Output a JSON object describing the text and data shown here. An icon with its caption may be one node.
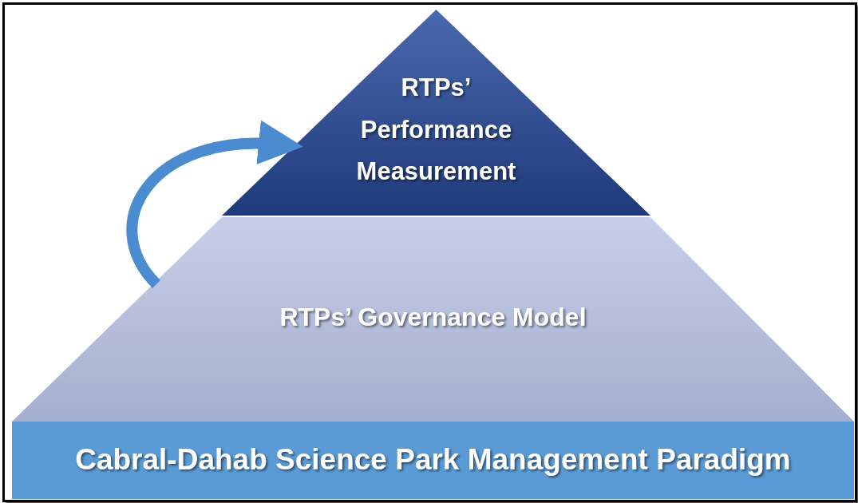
{
  "diagram": {
    "nodes": [
      {
        "text": [
          "RTPs’ Performance Measurement"
        ]
      },
      {
        "text": [
          "RTPs’ Governance Model"
        ]
      },
      {
        "text": [
          "Cabral-Dahab Science Park Management Paradigm"
        ]
      }
    ],
    "edges": [
      {
        "from": 1,
        "to": 0,
        "arrow": "to"
      }
    ]
  }
}
